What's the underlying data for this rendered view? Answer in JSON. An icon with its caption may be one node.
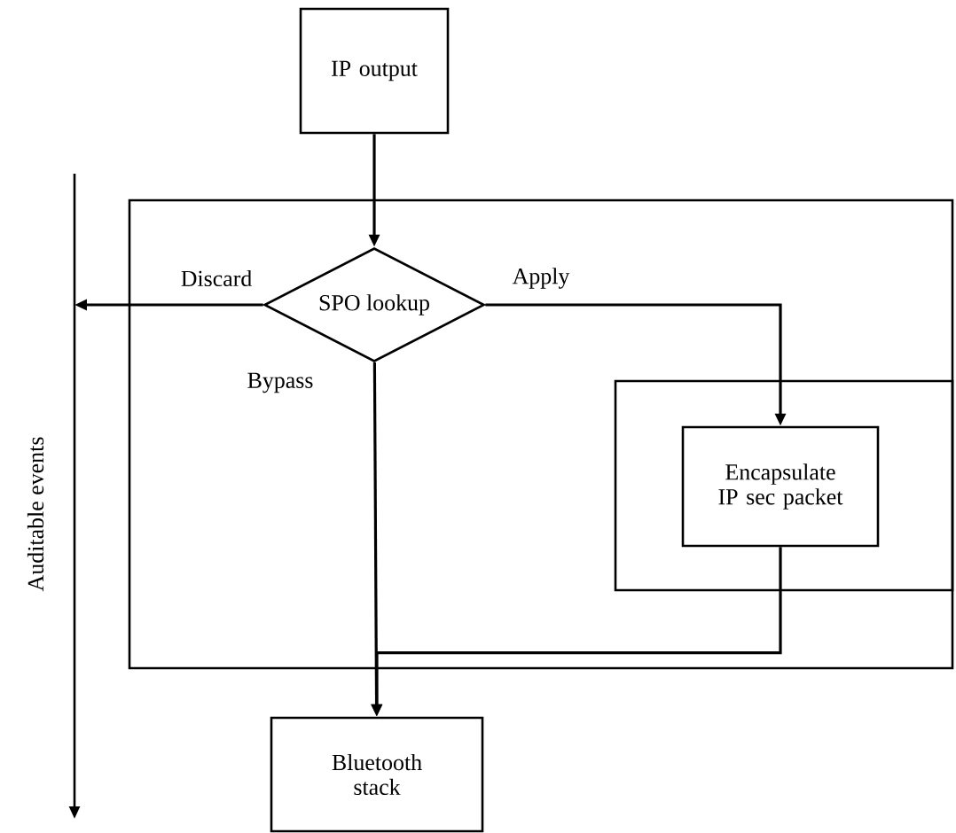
{
  "diagram": {
    "nodes": [
      {
        "text": [
          "IP output"
        ]
      },
      {
        "text": [],
        "shape": "box"
      },
      {
        "text": [
          "SPO lookup"
        ],
        "in": 1
      },
      {
        "text": [],
        "shape": "box",
        "in": 1
      },
      {
        "text": [
          "Encapsulate IP sec packet"
        ],
        "in": 3
      },
      {
        "text": [
          "Bluetooth stack"
        ]
      },
      {
        "text": [
          "Auditable events"
        ]
      }
    ],
    "edges": [
      {
        "from": 0,
        "to": 2,
        "arrow": "to"
      },
      {
        "from": 2,
        "to": null,
        "arrow": "to",
        "label": "Discard"
      },
      {
        "from": 2,
        "to": 4,
        "arrow": "to",
        "label": "Apply"
      },
      {
        "from": 2,
        "to": 5,
        "arrow": "to",
        "label": "Bypass"
      },
      {
        "from": 4,
        "to": 5,
        "arrow": "to"
      }
    ]
  }
}
